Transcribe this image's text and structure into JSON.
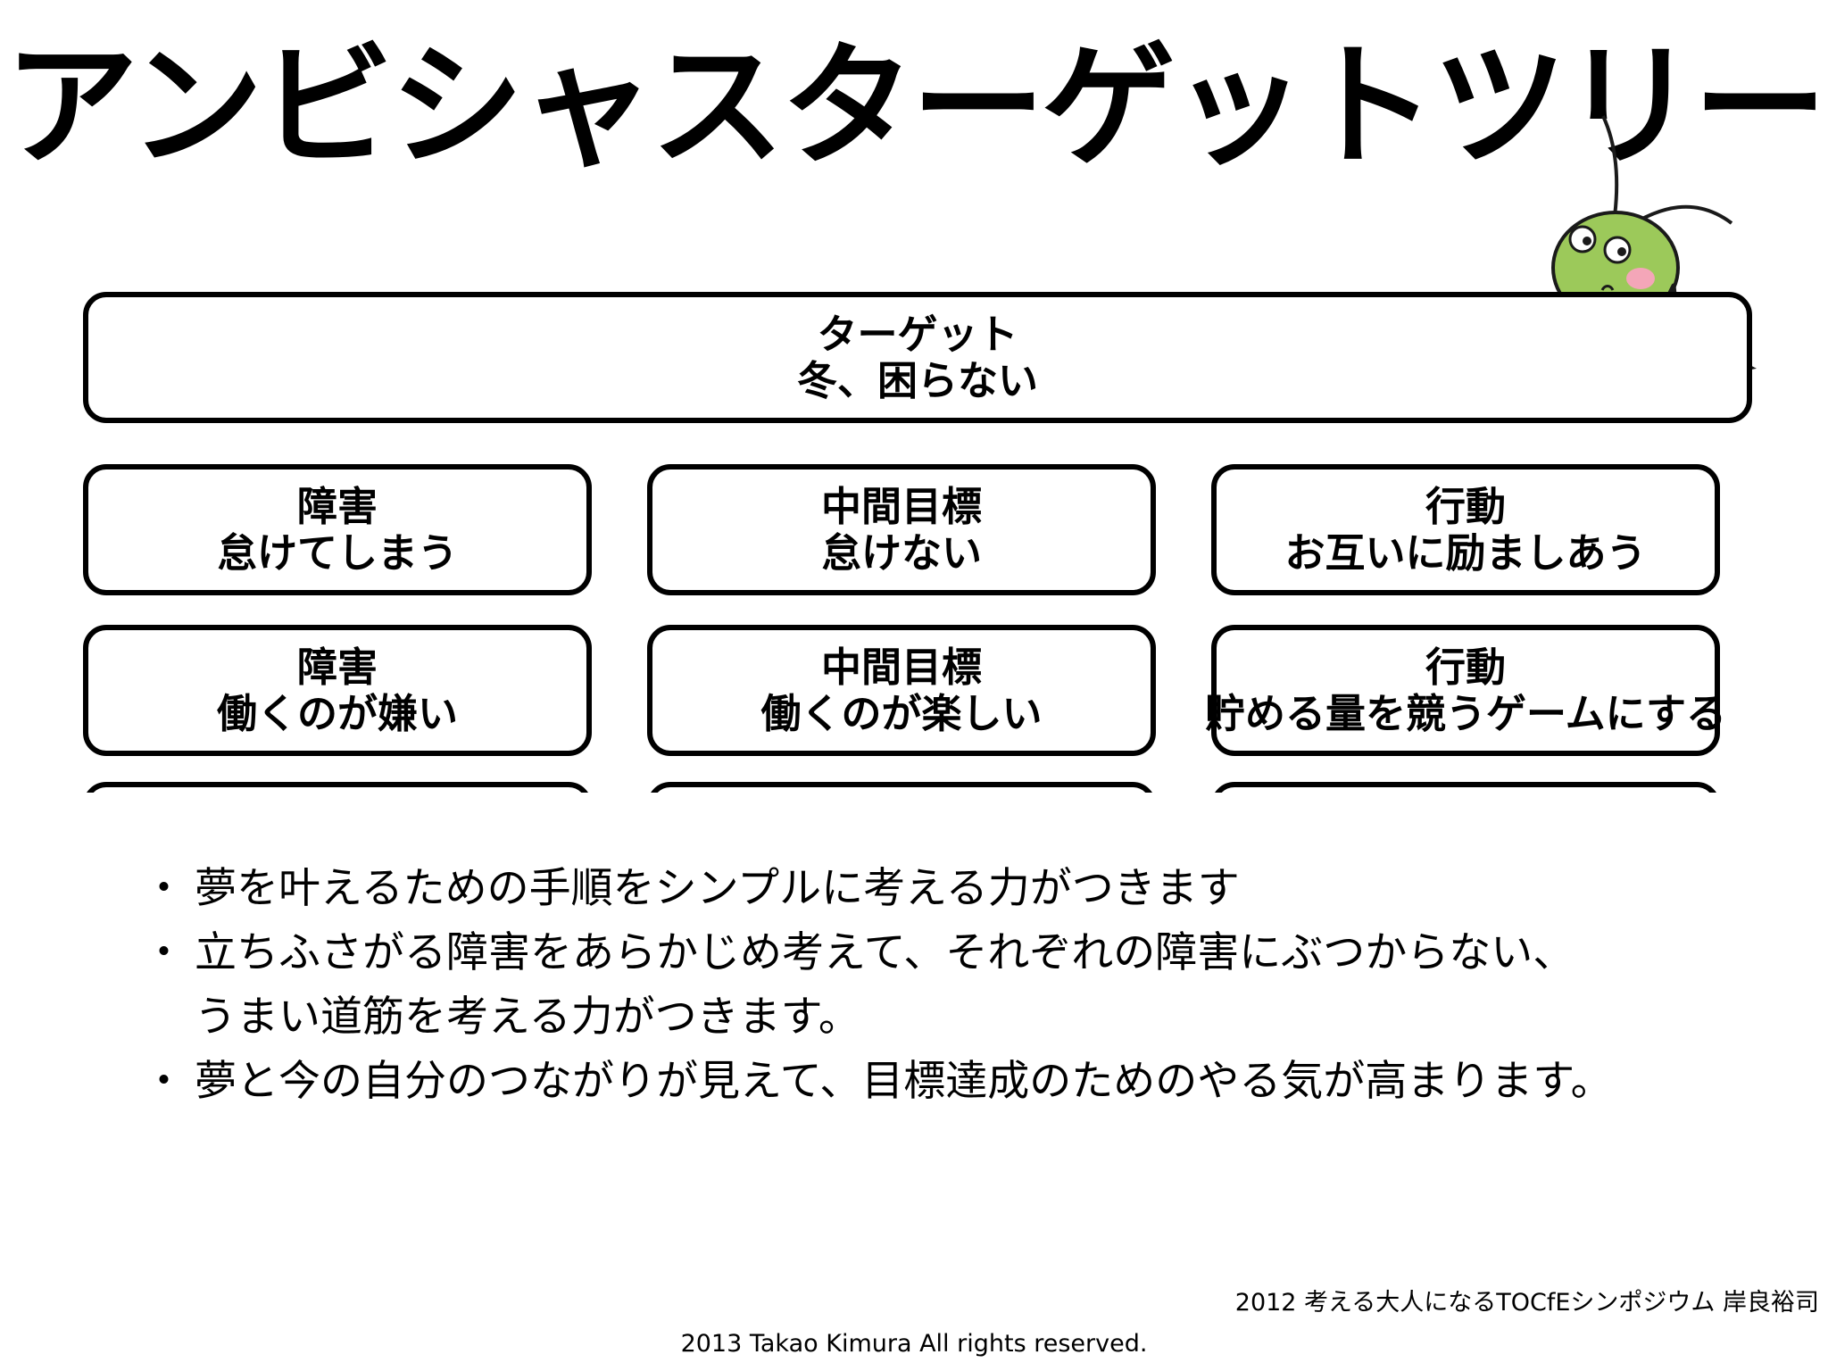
{
  "title": "アンビシャスターゲットツリー",
  "target": {
    "heading": "ターゲット",
    "text": "冬、困らない"
  },
  "rows": [
    {
      "obstacle": {
        "heading": "障害",
        "text": "怠けてしまう"
      },
      "goal": {
        "heading": "中間目標",
        "text": "怠けない"
      },
      "action": {
        "heading": "行動",
        "text": "お互いに励ましあう"
      }
    },
    {
      "obstacle": {
        "heading": "障害",
        "text": "働くのが嫌い"
      },
      "goal": {
        "heading": "中間目標",
        "text": "働くのが楽しい"
      },
      "action": {
        "heading": "行動",
        "text": "貯める量を競うゲームにする"
      }
    }
  ],
  "bullets": [
    {
      "line1": "夢を叶えるための手順をシンプルに考える力がつきます",
      "line2": ""
    },
    {
      "line1": "立ちふさがる障害をあらかじめ考えて、それぞれの障害にぶつからない、",
      "line2": "うまい道筋を考える力がつきます。"
    },
    {
      "line1": "夢と今の自分のつながりが見えて、目標達成のためのやる気が高まります。",
      "line2": ""
    }
  ],
  "credit": "2012 考える大人になるTOCfEシンポジウム 岸良裕司",
  "copyright": "2013 Takao Kimura All rights reserved.",
  "colors": {
    "cricket_body": "#9cc95a",
    "cricket_cheek": "#f4a6b8",
    "shadow": "#b3b3b3"
  }
}
